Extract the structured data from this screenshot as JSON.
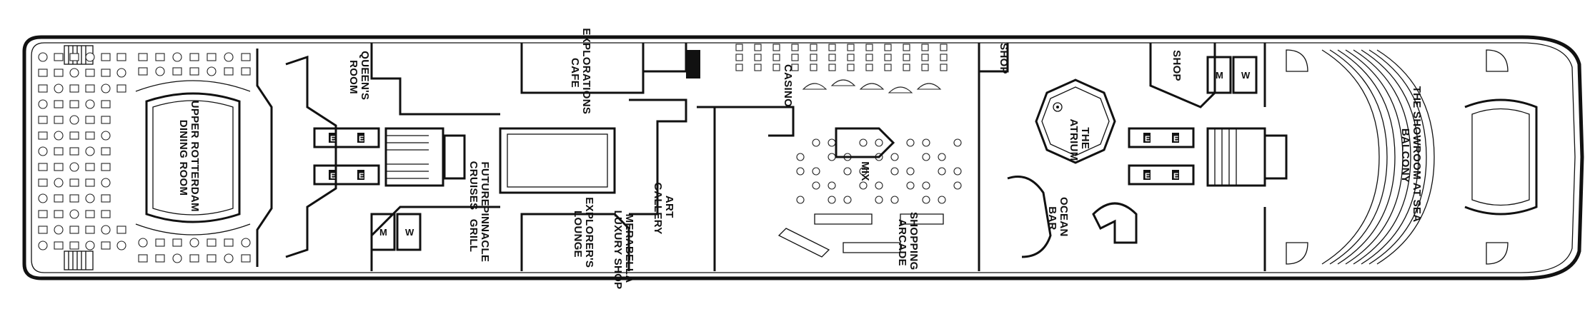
{
  "labels": {
    "upper_rotterdam": [
      "UPPER ROTTERDAM",
      "DINING ROOM"
    ],
    "queens_room": [
      "QUEEN'S",
      "ROOM"
    ],
    "future_cruises": [
      "FUTURE",
      "CRUISES"
    ],
    "pinnacle_grill": [
      "PINNACLE",
      "GRILL"
    ],
    "explorations_cafe": [
      "EXPLORATIONS",
      "CAFE"
    ],
    "explorers_lounge": [
      "EXPLORER'S",
      "LOUNGE"
    ],
    "art_gallery": [
      "ART",
      "GALLERY"
    ],
    "merabella_luxury_shop": [
      "MERABELLA",
      "LUXURY SHOP"
    ],
    "casino": "CASINO",
    "mix": "MIX",
    "shopping_arcade": [
      "SHOPPING",
      "ARCADE"
    ],
    "shop_1": "SHOP",
    "shop_2": "SHOP",
    "the_atrium": [
      "THE",
      "ATRIUM"
    ],
    "ocean_bar": [
      "OCEAN",
      "BAR"
    ],
    "showroom_balcony": [
      "THE SHOWROOM AT SEA",
      "BALCONY"
    ]
  },
  "restroom_marks": {
    "men": "M",
    "women": "W"
  },
  "elevator_mark": "E"
}
